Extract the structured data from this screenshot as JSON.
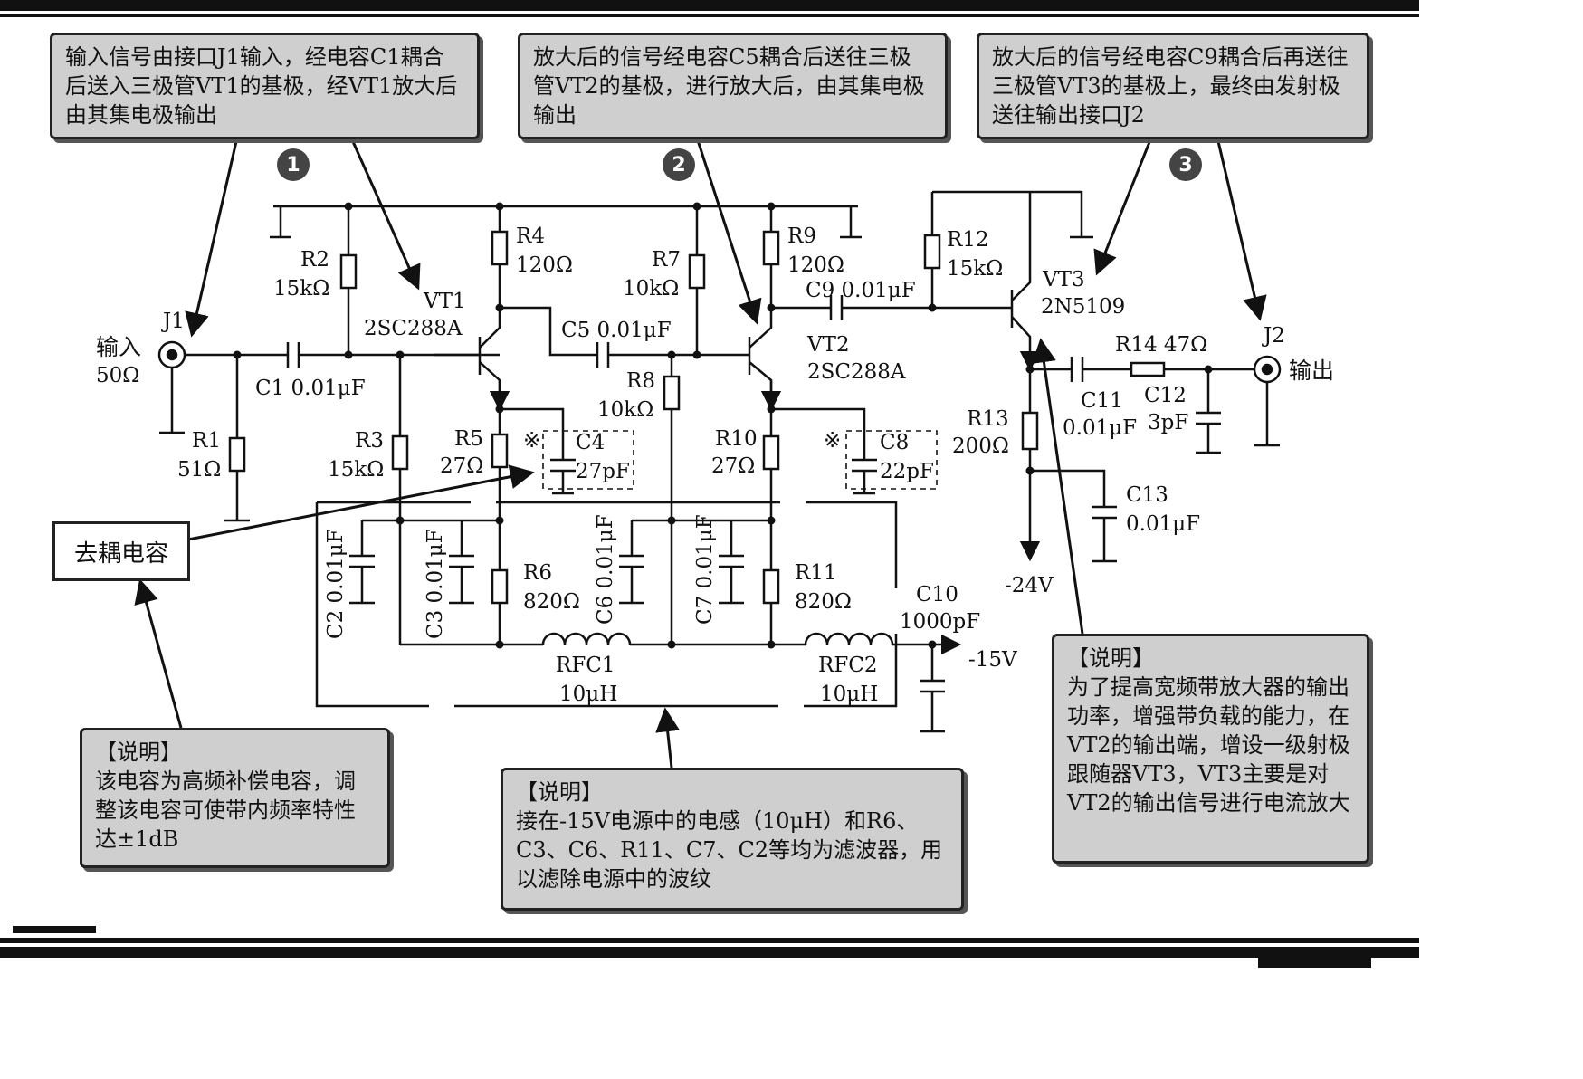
{
  "callouts": {
    "c1": "输入信号由接口J1输入，经电容C1耦合后送入三极管VT1的基极，经VT1放大后由其集电极输出",
    "c2": "放大后的信号经电容C5耦合后送往三极管VT2的基极，进行放大后，由其集电极输出",
    "c3": "放大后的信号经电容C9耦合后再送往三极管VT3的基极上，最终由发射极送往输出接口J2"
  },
  "steps": [
    "1",
    "2",
    "3"
  ],
  "decoupling_label": "去耦电容",
  "notes": {
    "title": "【说明】",
    "left": "该电容为高频补偿电容，调整该电容可使带内频率特性达±1dB",
    "middle": "接在-15V电源中的电感（10μH）和R6、C3、C6、R11、C7、C2等均为滤波器，用以滤除电源中的波纹",
    "right": "为了提高宽频带放大器的输出功率，增强带负载的能力，在VT2的输出端，增设一级射极跟随器VT3，VT3主要是对VT2的输出信号进行电流放大"
  },
  "components": {
    "j1": "J1",
    "j1_in": "输入",
    "j1_imp": "50Ω",
    "j2": "J2",
    "j2_out": "输出",
    "r1": "R1",
    "r1_v": "51Ω",
    "r2": "R2",
    "r2_v": "15kΩ",
    "r3": "R3",
    "r3_v": "15kΩ",
    "r4": "R4",
    "r4_v": "120Ω",
    "r5": "R5",
    "r5_v": "27Ω",
    "r6": "R6",
    "r6_v": "820Ω",
    "r7": "R7",
    "r7_v": "10kΩ",
    "r8": "R8",
    "r8_v": "10kΩ",
    "r9": "R9",
    "r9_v": "120Ω",
    "r10": "R10",
    "r10_v": "27Ω",
    "r11": "R11",
    "r11_v": "820Ω",
    "r12": "R12",
    "r12_v": "15kΩ",
    "r13": "R13",
    "r13_v": "200Ω",
    "r14": "R14 47Ω",
    "c1": "C1 0.01μF",
    "c2": "C2 0.01μF",
    "c3": "C3 0.01μF",
    "c4": "C4",
    "c4_v": "27pF",
    "c5": "C5 0.01μF",
    "c6": "C6 0.01μF",
    "c7": "C7 0.01μF",
    "c8": "C8",
    "c8_v": "22pF",
    "c9": "C9 0.01μF",
    "c10": "C10",
    "c10_v": "1000pF",
    "c11": "C11",
    "c11_v": "0.01μF",
    "c12": "C12",
    "c12_v": "3pF",
    "c13": "C13",
    "c13_v": "0.01μF",
    "mark": "※",
    "vt1": "VT1",
    "vt1_t": "2SC288A",
    "vt2": "VT2",
    "vt2_t": "2SC288A",
    "vt3": "VT3",
    "vt3_t": "2N5109",
    "rfc1": "RFC1",
    "rfc1_v": "10μH",
    "rfc2": "RFC2",
    "rfc2_v": "10μH",
    "v24": "-24V",
    "v15": "-15V"
  }
}
